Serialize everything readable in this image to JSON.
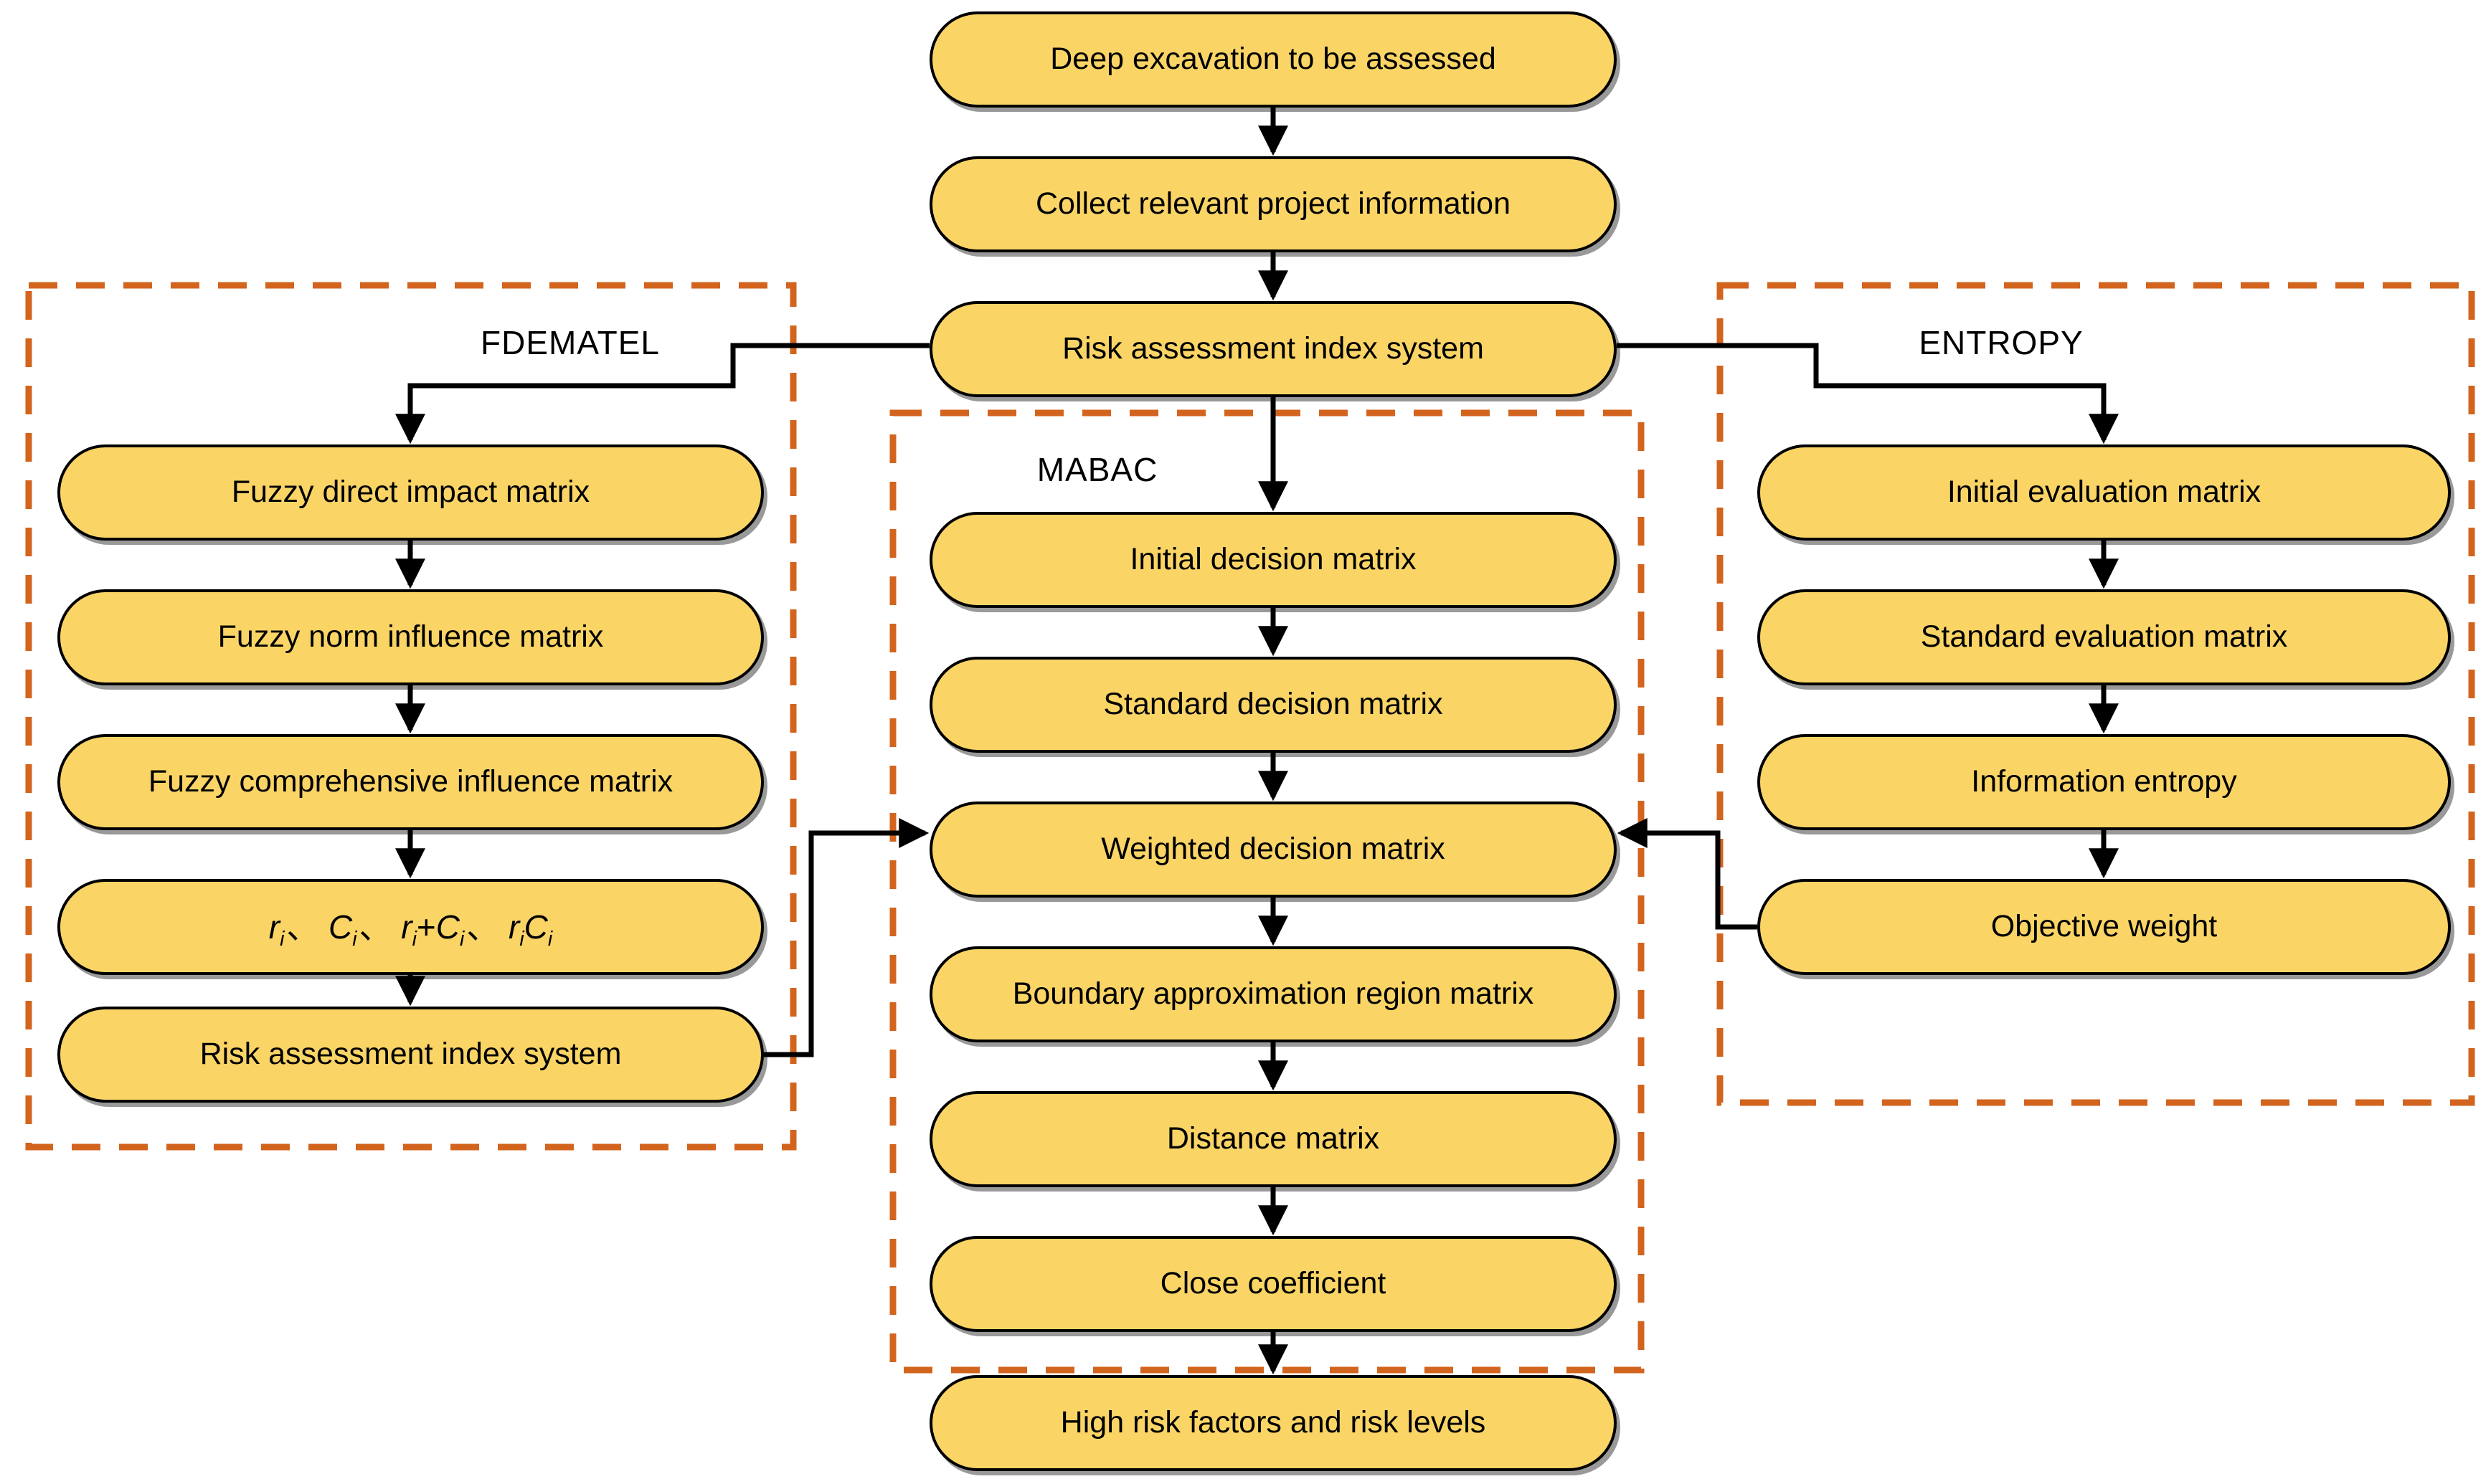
{
  "figure": {
    "type": "flowchart",
    "topic": "Deep excavation risk assessment workflow"
  },
  "boxes": {
    "deep_excavation": "Deep excavation to be assessed",
    "collect_info": "Collect relevant project information",
    "risk_index_center": "Risk assessment index system",
    "fuzzy_direct": "Fuzzy direct impact matrix",
    "fuzzy_norm": "Fuzzy norm influence matrix",
    "fuzzy_comprehensive": "Fuzzy comprehensive influence matrix",
    "risk_index_left": "Risk assessment index system",
    "initial_decision": "Initial decision matrix",
    "standard_decision": "Standard decision matrix",
    "weighted_decision": "Weighted decision matrix",
    "boundary_region": "Boundary approximation region matrix",
    "distance_matrix": "Distance matrix",
    "close_coefficient": "Close coefficient",
    "high_risk": "High risk factors and risk levels",
    "initial_evaluation": "Initial evaluation matrix",
    "standard_evaluation": "Standard evaluation matrix",
    "information_entropy": "Information entropy",
    "objective_weight": "Objective weight"
  },
  "labels": {
    "fdematel": "FDEMATEL",
    "mabac": "MABAC",
    "entropy": "ENTROPY"
  },
  "formula": {
    "text": "ri、Ci、ri+Ci、riCi",
    "parts": [
      {
        "base": "r",
        "sub": "i"
      },
      {
        "base": "、",
        "gap": true
      },
      {
        "base": "C",
        "sub": "i"
      },
      {
        "base": "、",
        "gap": true
      },
      {
        "base": "r",
        "sub": "i"
      },
      {
        "base": "+"
      },
      {
        "base": "C",
        "sub": "i"
      },
      {
        "base": "、",
        "gap": true
      },
      {
        "base": "r",
        "sub": "i"
      },
      {
        "base": "C",
        "sub": "i"
      }
    ]
  },
  "colors": {
    "box_fill": "#FAD566",
    "box_border": "#000000",
    "dash_color": "#D2641E",
    "arrow_color": "#000000",
    "text_color": "#000000",
    "bg": "#FFFFFF"
  }
}
